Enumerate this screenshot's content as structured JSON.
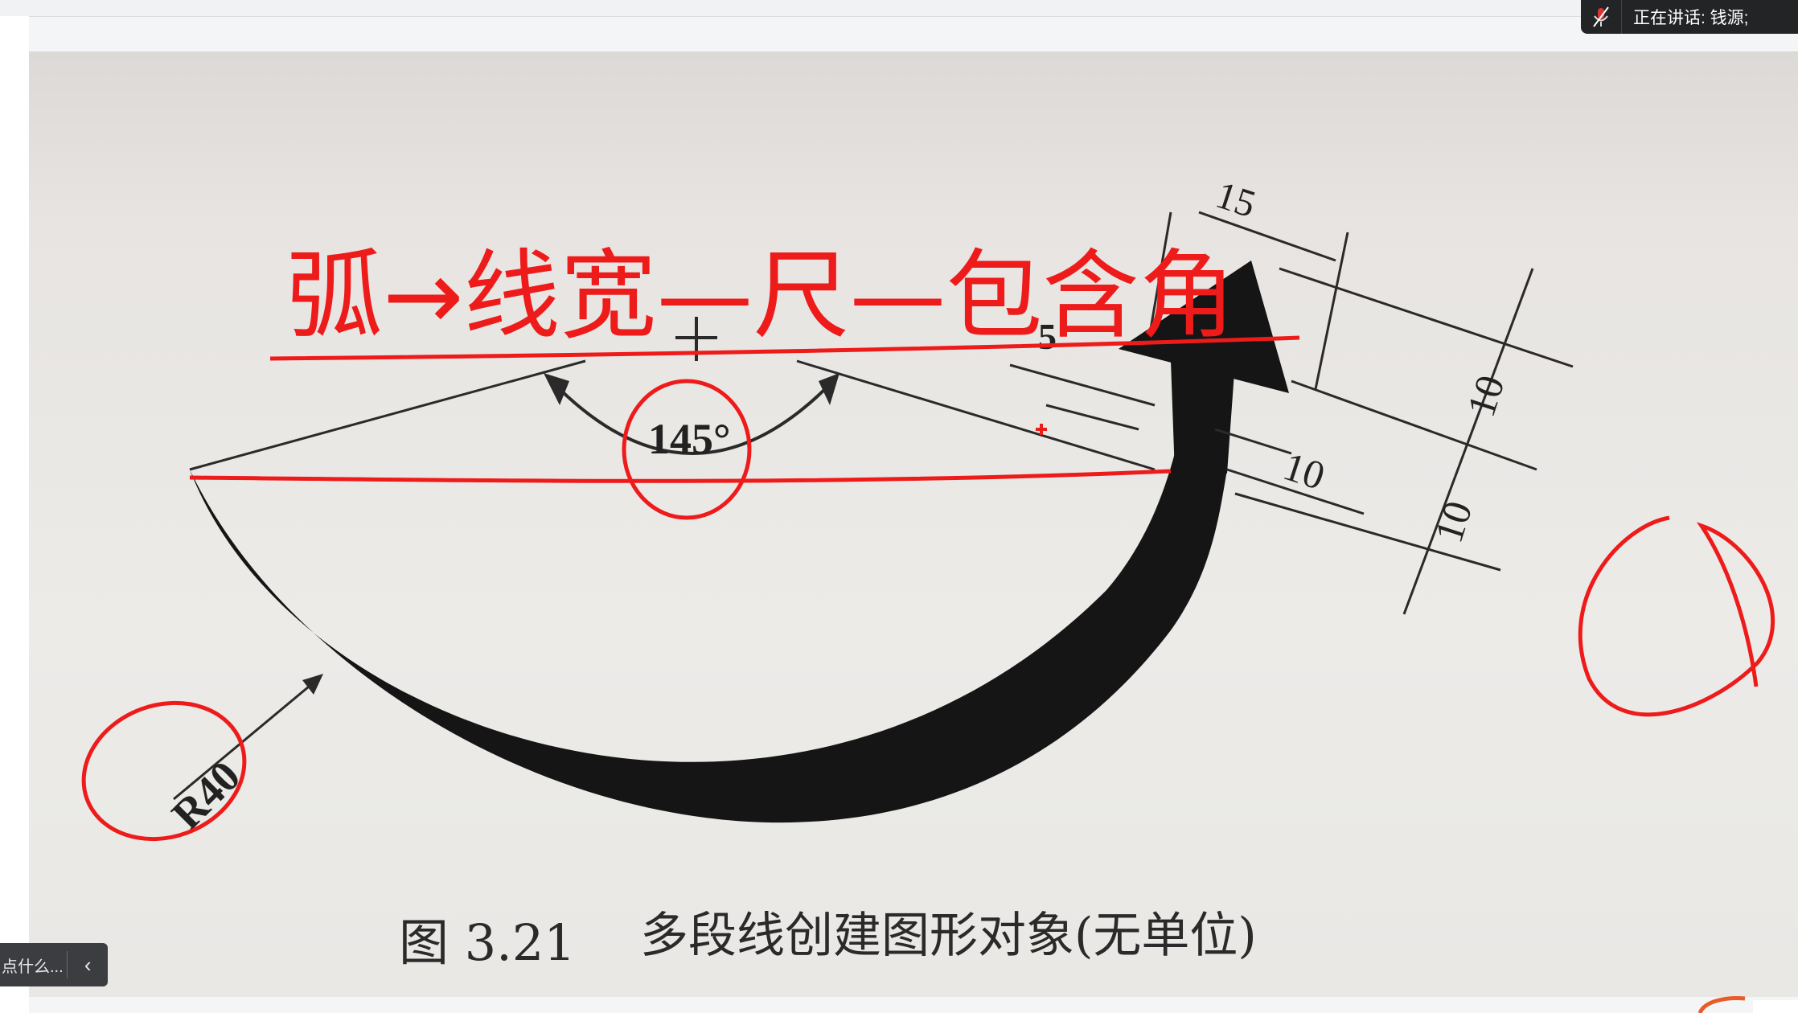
{
  "speaker": {
    "label": "正在讲话: 钱源;",
    "icon": "muted-microphone-icon"
  },
  "toast": {
    "text": "点什么...",
    "collapse_icon": "chevron-left-icon"
  },
  "figure": {
    "caption_number": "图 3.21",
    "caption_title": "多段线创建图形对象(无单位)",
    "angle_label": "145°",
    "radius_label": "R40",
    "dim_top": "15",
    "dim_small": "5",
    "dim_right_upper": "10",
    "dim_middle": "10",
    "dim_right_lower": "10",
    "annotation": "弧→线宽—尺—包含角"
  },
  "colors": {
    "annotation_red": "#ee1b1b",
    "ink": "#1c1c1c",
    "toolbar_dark": "#222426"
  }
}
